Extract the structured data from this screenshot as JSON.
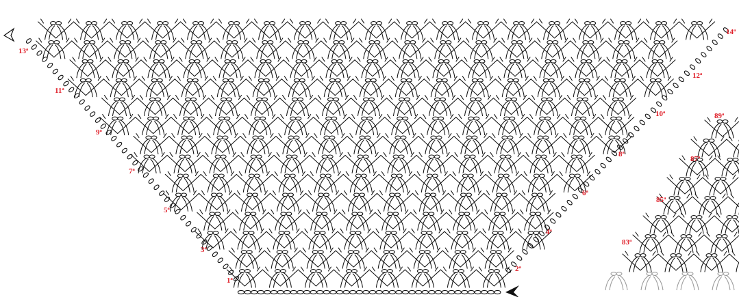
{
  "diagram": {
    "main_shawl": {
      "row_labels": [
        "1ª",
        "2ª",
        "3ª",
        "4ª",
        "5ª",
        "6ª",
        "7ª",
        "8ª",
        "9ª",
        "10ª",
        "11ª",
        "12ª",
        "13ª",
        "14ª"
      ]
    },
    "continuation": {
      "row_labels": [
        "83ª",
        "85ª",
        "87ª",
        "89ª"
      ]
    },
    "colors": {
      "label": "#e0202a",
      "stitch": "#111111",
      "previous_rows": "#9a9a9a"
    },
    "icons": [
      "start-arrow-icon",
      "direction-arrow-icon"
    ]
  }
}
